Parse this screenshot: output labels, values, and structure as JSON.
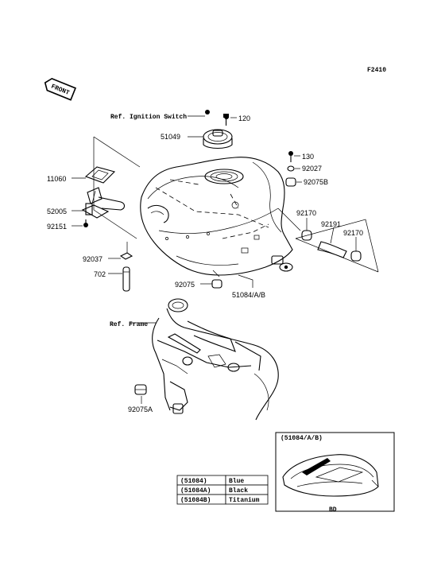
{
  "diagram_code": "F2410",
  "front_marker": "FRONT",
  "refs": {
    "ignition_switch": "Ref. Ignition Switch",
    "frame": "Ref. Frame"
  },
  "part_labels": {
    "p120": "120",
    "p51049": "51049",
    "p130": "130",
    "p92027": "92027",
    "p92075B": "92075B",
    "p11060": "11060",
    "p52005": "52005",
    "p92151": "92151",
    "p92170a": "92170",
    "p92191": "92191",
    "p92170b": "92170",
    "p92037": "92037",
    "p702": "702",
    "p92075": "92075",
    "p51084": "51084/A/B",
    "p92075A": "92075A"
  },
  "inset": {
    "title": "(51084/A/B)",
    "caption": "BD"
  },
  "color_table": [
    {
      "part": "(51084)",
      "color": "Blue"
    },
    {
      "part": "(51084A)",
      "color": "Black"
    },
    {
      "part": "(51084B)",
      "color": "Titanium"
    }
  ]
}
